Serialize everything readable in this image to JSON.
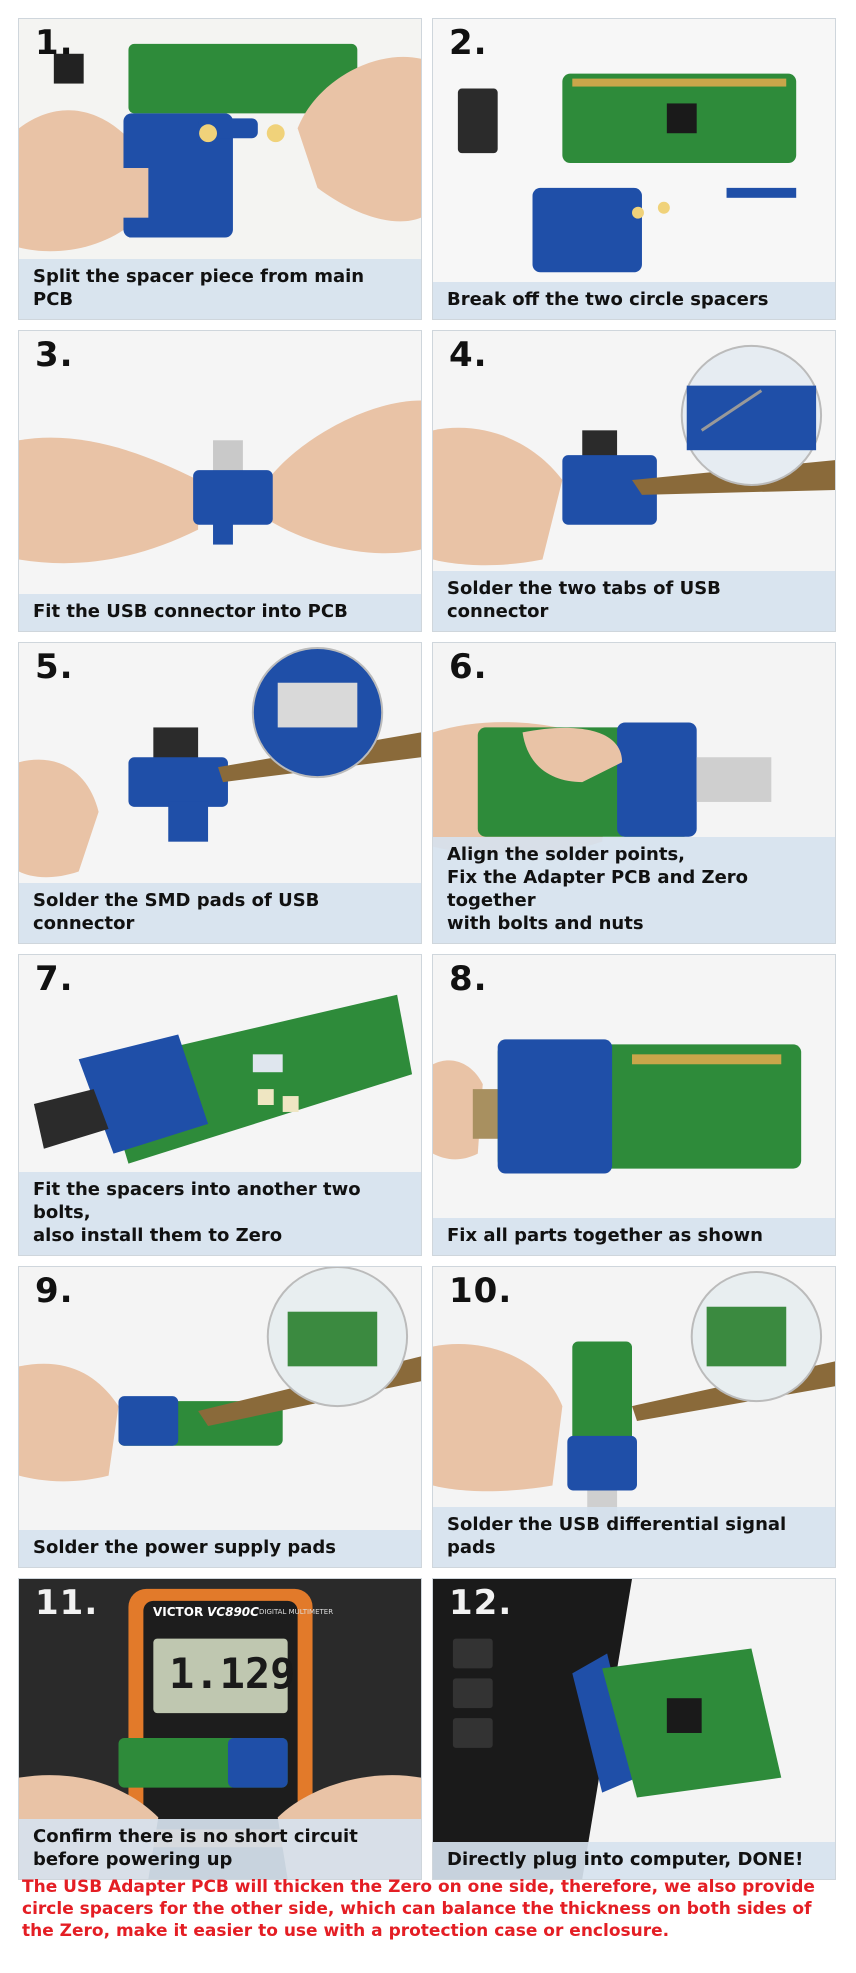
{
  "steps": [
    {
      "number": "1.",
      "caption": "Split the spacer piece from main PCB"
    },
    {
      "number": "2.",
      "caption": "Break off the two circle spacers"
    },
    {
      "number": "3.",
      "caption": "Fit the USB connector into PCB"
    },
    {
      "number": "4.",
      "caption": "Solder the two tabs of USB connector"
    },
    {
      "number": "5.",
      "caption": "Solder the SMD pads of USB connector"
    },
    {
      "number": "6.",
      "caption": "Align the solder points,\nFix the Adapter PCB and Zero together\nwith bolts and nuts"
    },
    {
      "number": "7.",
      "caption": "Fit the spacers into another two bolts,\nalso install them to Zero"
    },
    {
      "number": "8.",
      "caption": "Fix all parts together as shown"
    },
    {
      "number": "9.",
      "caption": "Solder the power supply pads"
    },
    {
      "number": "10.",
      "caption": "Solder the USB differential signal pads"
    },
    {
      "number": "11.",
      "caption": "Confirm there is no short circuit\nbefore powering up"
    },
    {
      "number": "12.",
      "caption": "Directly plug into computer, DONE!"
    }
  ],
  "meter": {
    "brand": "VICTOR",
    "model": "VC890C",
    "subtitle": "DIGITAL MULTIMETER",
    "reading": "1.129"
  },
  "colors": {
    "pcb_blue": "#1f4fa8",
    "pcb_green": "#2e8b3a",
    "skin": "#e9c3a6",
    "footnote": "#e41e24",
    "caption_bg": "#d6e2ee"
  },
  "footnote": "The USB Adapter PCB will thicken the Zero on one side, therefore, we also provide circle spacers for the other side, which can balance the thickness on both sides of the Zero, make it easier to use with a protection case or enclosure."
}
